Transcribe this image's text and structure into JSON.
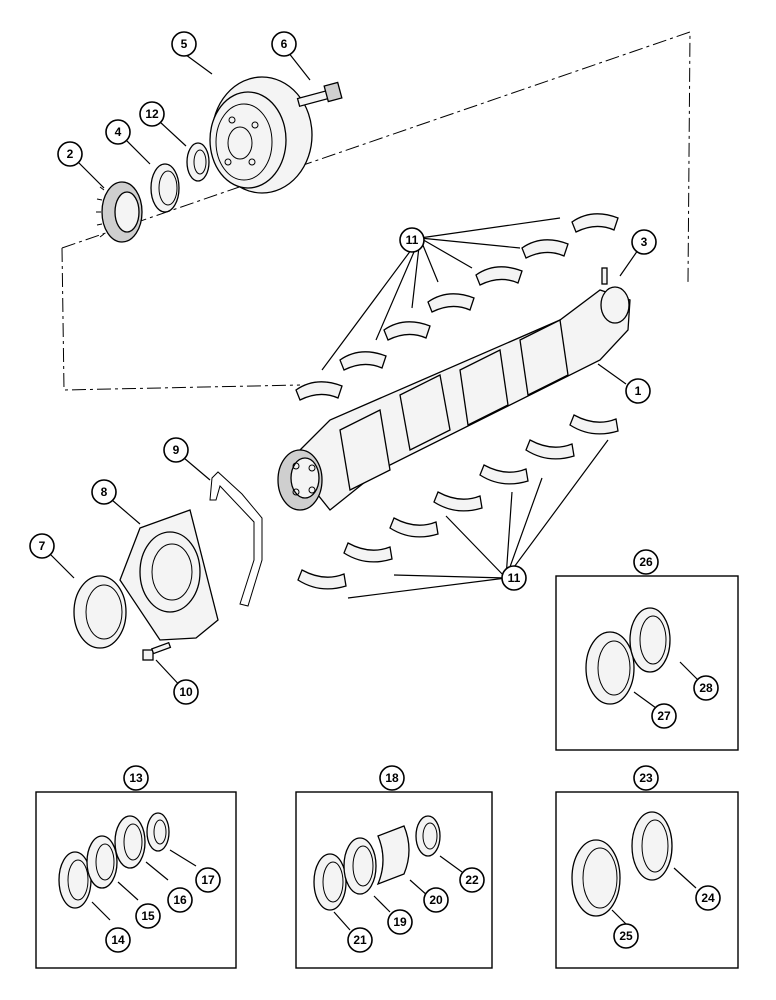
{
  "callouts": {
    "c1": "1",
    "c2": "2",
    "c3": "3",
    "c4": "4",
    "c5": "5",
    "c6": "6",
    "c7": "7",
    "c8": "8",
    "c9": "9",
    "c10": "10",
    "c11a": "11",
    "c11b": "11",
    "c12": "12",
    "c13": "13",
    "c14": "14",
    "c15": "15",
    "c16": "16",
    "c17": "17",
    "c18": "18",
    "c19": "19",
    "c20": "20",
    "c21": "21",
    "c22": "22",
    "c23": "23",
    "c24": "24",
    "c25": "25",
    "c26": "26",
    "c27": "27",
    "c28": "28"
  }
}
